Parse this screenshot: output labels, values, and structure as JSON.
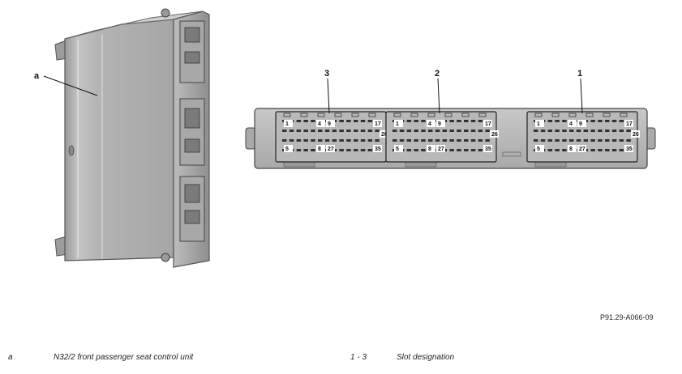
{
  "callouts": {
    "a": "a",
    "slot_1": "1",
    "slot_2": "2",
    "slot_3": "3"
  },
  "pin_labels": [
    "1",
    "4",
    "9",
    "17",
    "26",
    "5",
    "8",
    "27",
    "35"
  ],
  "figure_id": "P91.29-A066-09",
  "legend": [
    {
      "key": "a",
      "text": "N32/2 front passenger seat control unit"
    },
    {
      "key": "1 - 3",
      "text": "Slot designation"
    }
  ]
}
